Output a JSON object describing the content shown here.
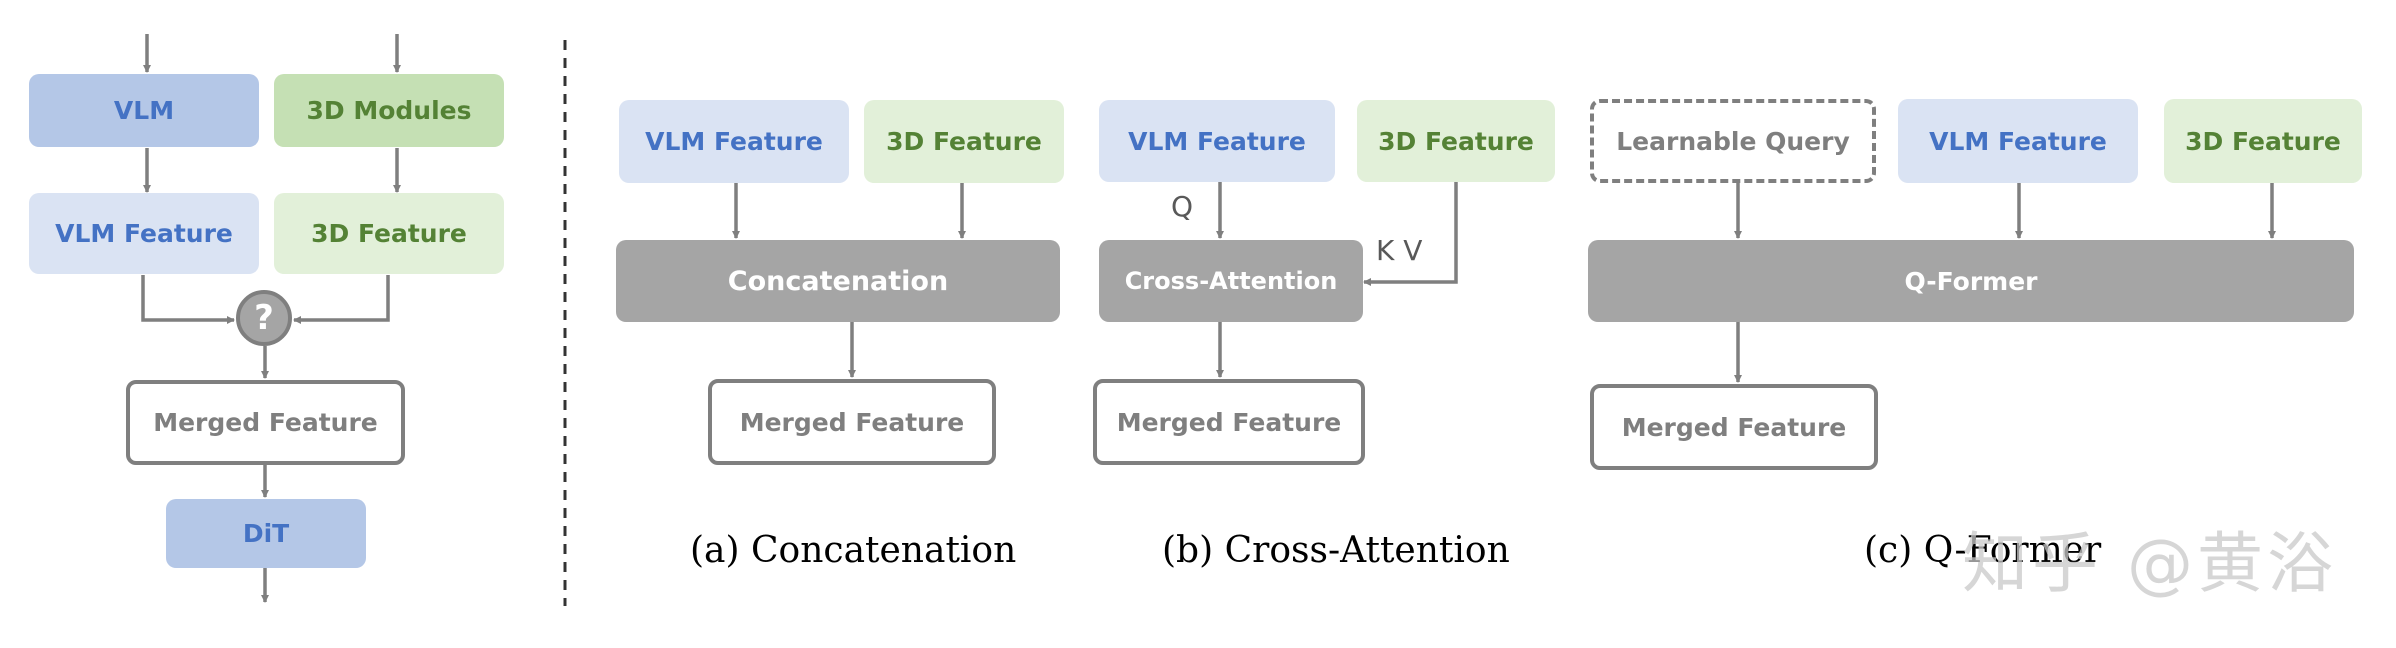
{
  "colors": {
    "blue_strong": "#b4c7e7",
    "blue_soft": "#dae3f3",
    "blue_text": "#4472c4",
    "green_strong": "#c5e0b4",
    "green_soft": "#e2f0d9",
    "green_text": "#548235",
    "gray_fill": "#a5a5a5",
    "gray_line": "#7f7f7f"
  },
  "overview": {
    "vlm": "VLM",
    "modules_3d": "3D Modules",
    "vlm_feature": "VLM Feature",
    "feature_3d": "3D Feature",
    "merge_symbol": "?",
    "merged_feature": "Merged Feature",
    "dit": "DiT"
  },
  "concatenation": {
    "vlm_feature": "VLM Feature",
    "feature_3d": "3D Feature",
    "op": "Concatenation",
    "merged_feature": "Merged Feature",
    "caption": "(a) Concatenation"
  },
  "cross_attention": {
    "vlm_feature": "VLM Feature",
    "feature_3d": "3D Feature",
    "q_label": "Q",
    "kv_label": "K V",
    "op": "Cross-Attention",
    "merged_feature": "Merged Feature",
    "caption": "(b) Cross-Attention"
  },
  "qformer": {
    "learnable_query": "Learnable Query",
    "vlm_feature": "VLM Feature",
    "feature_3d": "3D Feature",
    "op": "Q-Former",
    "merged_feature": "Merged Feature",
    "caption": "(c) Q-Former"
  },
  "watermark": "知乎 @黄浴"
}
